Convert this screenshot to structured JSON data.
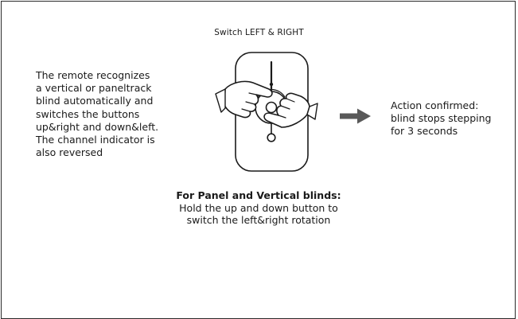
{
  "diagram": {
    "title": "Switch LEFT & RIGHT",
    "left_text": [
      "The remote recognizes",
      "a vertical or paneltrack",
      "blind automatically and",
      "switches the buttons",
      "up&right and down&left.",
      "The channel indicator is",
      "also reversed"
    ],
    "right_text": [
      "Action confirmed:",
      "blind stops stepping",
      "for 3 seconds"
    ],
    "caption_bold": "For Panel and Vertical blinds:",
    "caption_lines": [
      "Hold the up and down button to",
      "switch the left&right rotation"
    ]
  },
  "colors": {
    "line": "#1a1a1a",
    "arrow": "#595959",
    "frame": "#2a2a2a"
  }
}
